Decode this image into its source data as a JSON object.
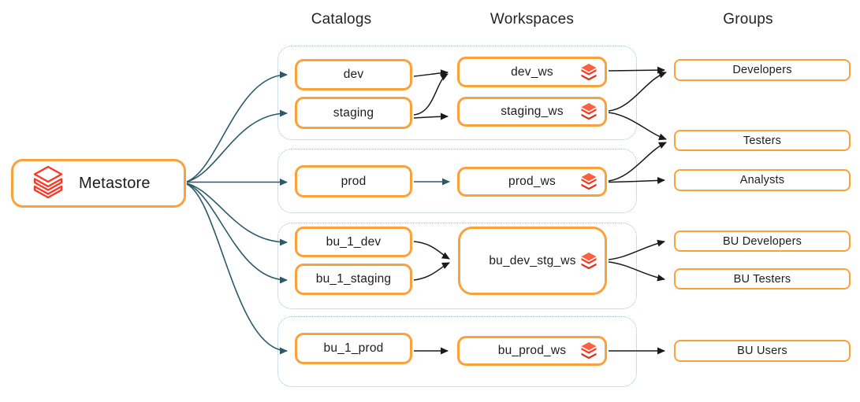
{
  "column_headers": {
    "catalogs": "Catalogs",
    "workspaces": "Workspaces",
    "groups": "Groups"
  },
  "metastore": {
    "label": "Metastore",
    "icon": "databricks-outline-icon"
  },
  "catalogs": [
    {
      "label": "dev"
    },
    {
      "label": "staging"
    },
    {
      "label": "prod"
    },
    {
      "label": "bu_1_dev"
    },
    {
      "label": "bu_1_staging"
    },
    {
      "label": "bu_1_prod"
    }
  ],
  "workspaces": [
    {
      "label": "dev_ws",
      "icon": "databricks-icon"
    },
    {
      "label": "staging_ws",
      "icon": "databricks-icon"
    },
    {
      "label": "prod_ws",
      "icon": "databricks-icon"
    },
    {
      "label": "bu_dev_stg_ws",
      "icon": "databricks-icon"
    },
    {
      "label": "bu_prod_ws",
      "icon": "databricks-icon"
    }
  ],
  "groups": [
    {
      "label": "Developers"
    },
    {
      "label": "Testers"
    },
    {
      "label": "Analysts"
    },
    {
      "label": "BU Developers"
    },
    {
      "label": "BU Testers"
    },
    {
      "label": "BU Users"
    }
  ],
  "edges": [
    {
      "from": "Metastore",
      "to": "dev"
    },
    {
      "from": "Metastore",
      "to": "staging"
    },
    {
      "from": "Metastore",
      "to": "prod"
    },
    {
      "from": "Metastore",
      "to": "bu_1_dev"
    },
    {
      "from": "Metastore",
      "to": "bu_1_staging"
    },
    {
      "from": "Metastore",
      "to": "bu_1_prod"
    },
    {
      "from": "dev",
      "to": "dev_ws"
    },
    {
      "from": "staging",
      "to": "dev_ws"
    },
    {
      "from": "staging",
      "to": "staging_ws"
    },
    {
      "from": "prod",
      "to": "prod_ws"
    },
    {
      "from": "bu_1_dev",
      "to": "bu_dev_stg_ws"
    },
    {
      "from": "bu_1_staging",
      "to": "bu_dev_stg_ws"
    },
    {
      "from": "bu_1_prod",
      "to": "bu_prod_ws"
    },
    {
      "from": "dev_ws",
      "to": "Developers"
    },
    {
      "from": "staging_ws",
      "to": "Developers"
    },
    {
      "from": "staging_ws",
      "to": "Testers"
    },
    {
      "from": "prod_ws",
      "to": "Testers"
    },
    {
      "from": "prod_ws",
      "to": "Analysts"
    },
    {
      "from": "bu_dev_stg_ws",
      "to": "BU Developers"
    },
    {
      "from": "bu_dev_stg_ws",
      "to": "BU Testers"
    },
    {
      "from": "bu_prod_ws",
      "to": "BU Users"
    }
  ],
  "colors": {
    "node_border": "#F9A23C",
    "databricks_red": "#FF3621",
    "metastore_arrows": "#2A5A6C",
    "flow_arrows": "#1A1A1A",
    "env_group_outline": "#A3BCC9",
    "text": "#1D1D1F",
    "background": "#FFFFFF"
  }
}
